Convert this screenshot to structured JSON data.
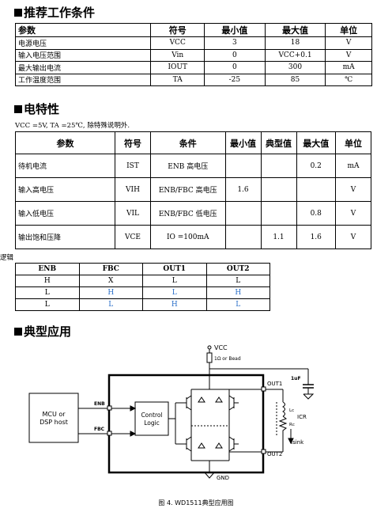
{
  "sections": {
    "recommended": "推荐工作条件",
    "electrical": "电特性",
    "typical": "典型应用"
  },
  "recommended_table": {
    "headers": [
      "参数",
      "符号",
      "最小值",
      "最大值",
      "单位"
    ],
    "rows": [
      {
        "param": "电源电压",
        "sym": "VCC",
        "min": "3",
        "max": "18",
        "unit": "V"
      },
      {
        "param": "输入电压范围",
        "sym": "Vin",
        "min": "0",
        "max": "VCC+0.1",
        "unit": "V"
      },
      {
        "param": "最大输出电流",
        "sym": "IOUT",
        "min": "0",
        "max": "300",
        "unit": "mA"
      },
      {
        "param": "工作温度范围",
        "sym": "TA",
        "min": "-25",
        "max": "85",
        "unit": "℃"
      }
    ]
  },
  "electrical_note": "VCC =5V, TA =25℃, 除特殊说明外.",
  "electrical_table": {
    "headers": [
      "参数",
      "符号",
      "条件",
      "最小值",
      "典型值",
      "最大值",
      "单位"
    ],
    "rows": [
      {
        "param": "待机电流",
        "sym": "IST",
        "cond": "ENB 高电压",
        "min": "",
        "typ": "",
        "max": "0.2",
        "unit": "mA"
      },
      {
        "param": "输入高电压",
        "sym": "VIH",
        "cond": "ENB/FBC 高电压",
        "min": "1.6",
        "typ": "",
        "max": "",
        "unit": "V"
      },
      {
        "param": "输入低电压",
        "sym": "VIL",
        "cond": "ENB/FBC 低电压",
        "min": "",
        "typ": "",
        "max": "0.8",
        "unit": "V"
      },
      {
        "param": "输出饱和压降",
        "sym": "VCE",
        "cond": "IO =100mA",
        "min": "",
        "typ": "1.1",
        "max": "1.6",
        "unit": "V"
      }
    ]
  },
  "logic_label": "逻辑",
  "logic_table": {
    "headers": [
      "ENB",
      "FBC",
      "OUT1",
      "OUT2"
    ],
    "rows": [
      [
        "H",
        "X",
        "L",
        "L"
      ],
      [
        "L",
        "H",
        "L",
        "H"
      ],
      [
        "L",
        "L",
        "H",
        "L"
      ]
    ]
  },
  "diagram": {
    "vcc": "VCC",
    "resistor": "1Ω or Bead",
    "cap": "1uF",
    "mcu_line1": "MCU or",
    "mcu_line2": "DSP host",
    "enb": "ENB",
    "fbc": "FBC",
    "control_line1": "Control",
    "control_line2": "Logic",
    "out1": "OUT1",
    "out2": "OUT2",
    "icr": "ICR",
    "lc": "Lc",
    "rc": "Rc",
    "isink": "Isink",
    "gnd": "GND"
  },
  "caption": "图 4. WD1511典型应用图",
  "colors": {
    "blue": "#2a6fc9"
  }
}
